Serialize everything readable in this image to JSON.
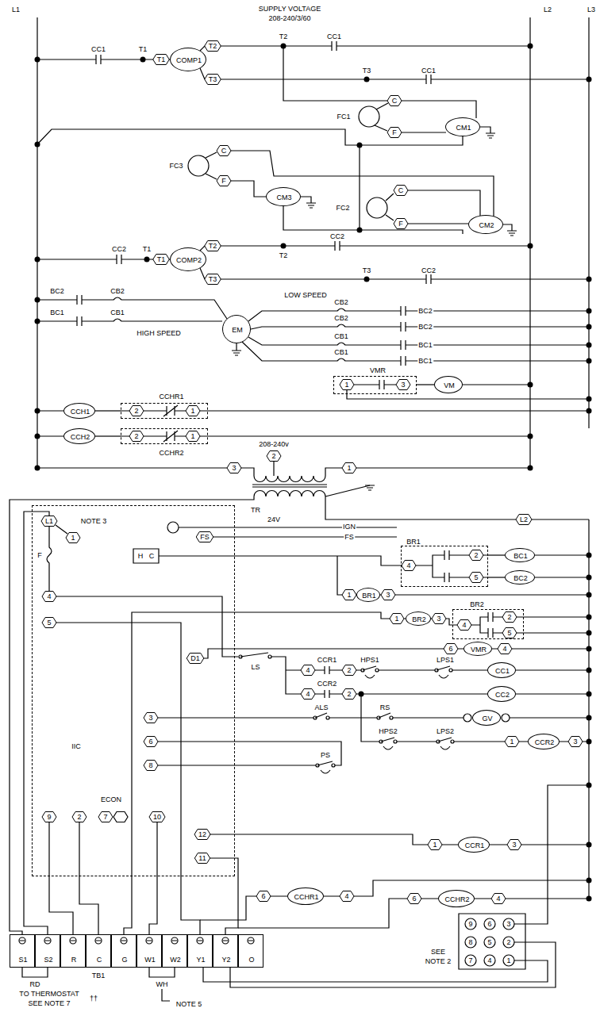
{
  "diagram": {
    "nodes": [
      {
        "text": [
          "COMP1"
        ]
      },
      {
        "text": [
          "CM1"
        ]
      },
      {
        "text": [
          "CM3"
        ]
      },
      {
        "text": [
          "CM2"
        ]
      },
      {
        "text": [
          "COMP2"
        ]
      },
      {
        "text": [
          "EM"
        ]
      },
      {
        "text": [
          "VMR"
        ]
      },
      {
        "text": [
          "VM"
        ]
      },
      {
        "text": [
          "CCH1"
        ]
      },
      {
        "text": [
          "CCHR1"
        ]
      },
      {
        "text": [
          "CCH2"
        ]
      },
      {
        "text": [
          "CCHR2"
        ]
      },
      {
        "text": [
          "IIC"
        ]
      },
      {
        "text": [
          "BR1"
        ]
      },
      {
        "text": [
          "BC1"
        ]
      },
      {
        "text": [
          "BC2"
        ]
      },
      {
        "text": [
          "BR1"
        ]
      },
      {
        "text": [
          "BR2"
        ]
      },
      {
        "text": [
          "BR2"
        ]
      },
      {
        "text": [
          "VMR"
        ]
      },
      {
        "text": [
          "CC1"
        ]
      },
      {
        "text": [
          "CC2"
        ]
      },
      {
        "text": [
          "GV"
        ]
      },
      {
        "text": [
          "CCR2"
        ]
      },
      {
        "text": [
          "CCR1"
        ]
      },
      {
        "text": [
          "CCHR1"
        ]
      },
      {
        "text": [
          "CCHR2"
        ]
      },
      {
        "text": [
          "TB1"
        ]
      },
      {
        "text": [
          "S1"
        ],
        "in": 27
      },
      {
        "text": [
          "S2"
        ],
        "in": 27
      },
      {
        "text": [
          "R"
        ],
        "in": 27
      },
      {
        "text": [
          "C"
        ],
        "in": 27
      },
      {
        "text": [
          "G"
        ],
        "in": 27
      },
      {
        "text": [
          "W1"
        ],
        "in": 27
      },
      {
        "text": [
          "W2"
        ],
        "in": 27
      },
      {
        "text": [
          "Y1"
        ],
        "in": 27
      },
      {
        "text": [
          "Y2"
        ],
        "in": 27
      },
      {
        "text": [
          "O"
        ],
        "in": 27
      }
    ],
    "edges": [
      {
        "from": 6,
        "to": 7,
        "arrow": "none"
      },
      {
        "from": 8,
        "to": 9,
        "arrow": "none"
      },
      {
        "from": 10,
        "to": 11,
        "arrow": "none"
      },
      {
        "from": 13,
        "to": 14,
        "arrow": "none"
      },
      {
        "from": 13,
        "to": 15,
        "arrow": "none"
      }
    ],
    "labels": [
      "L1",
      "SUPPLY VOLTAGE",
      "208-240/3/60",
      "L2",
      "L3",
      "CC1",
      "T1",
      "T1",
      "T2",
      "T3",
      "T2",
      "CC1",
      "T3",
      "CC1",
      "C",
      "FC1",
      "F",
      "C",
      "FC3",
      "F",
      "C",
      "FC2",
      "F",
      "CC2",
      "T1",
      "T1",
      "T2",
      "T3",
      "T2",
      "CC2",
      "T3",
      "CC2",
      "BC2",
      "CB2",
      "BC1",
      "CB1",
      "HIGH SPEED",
      "LOW SPEED",
      "CB2",
      "BC2",
      "CB2",
      "BC2",
      "CB1",
      "BC1",
      "CB1",
      "BC1",
      "1",
      "3",
      "2",
      "1",
      "2",
      "1",
      "3",
      "2",
      "1",
      "208-240v",
      "TR",
      "24V",
      "L2",
      "L1",
      "1",
      "NOTE 3",
      "F",
      "IGN",
      "FS",
      "FS",
      "H",
      "C",
      "4",
      "2",
      "5",
      "1",
      "3",
      "1",
      "3",
      "4",
      "2",
      "5",
      "6",
      "4",
      "4",
      "5",
      "D1",
      "LS",
      "4",
      "CCR1",
      "2",
      "HPS1",
      "LPS1",
      "4",
      "CCR2",
      "2",
      "3",
      "ALS",
      "RS",
      "6",
      "HPS2",
      "LPS2",
      "1",
      "3",
      "8",
      "PS",
      "ECON",
      "9",
      "2",
      "7",
      "10",
      "12",
      "11",
      "1",
      "3",
      "6",
      "4",
      "6",
      "4",
      "RD",
      "WH",
      "TO THERMOSTAT",
      "SEE NOTE 7",
      "††",
      "NOTE 5",
      "SEE",
      "NOTE 2",
      "9",
      "6",
      "3",
      "8",
      "5",
      "2",
      "7",
      "4",
      "1"
    ]
  }
}
